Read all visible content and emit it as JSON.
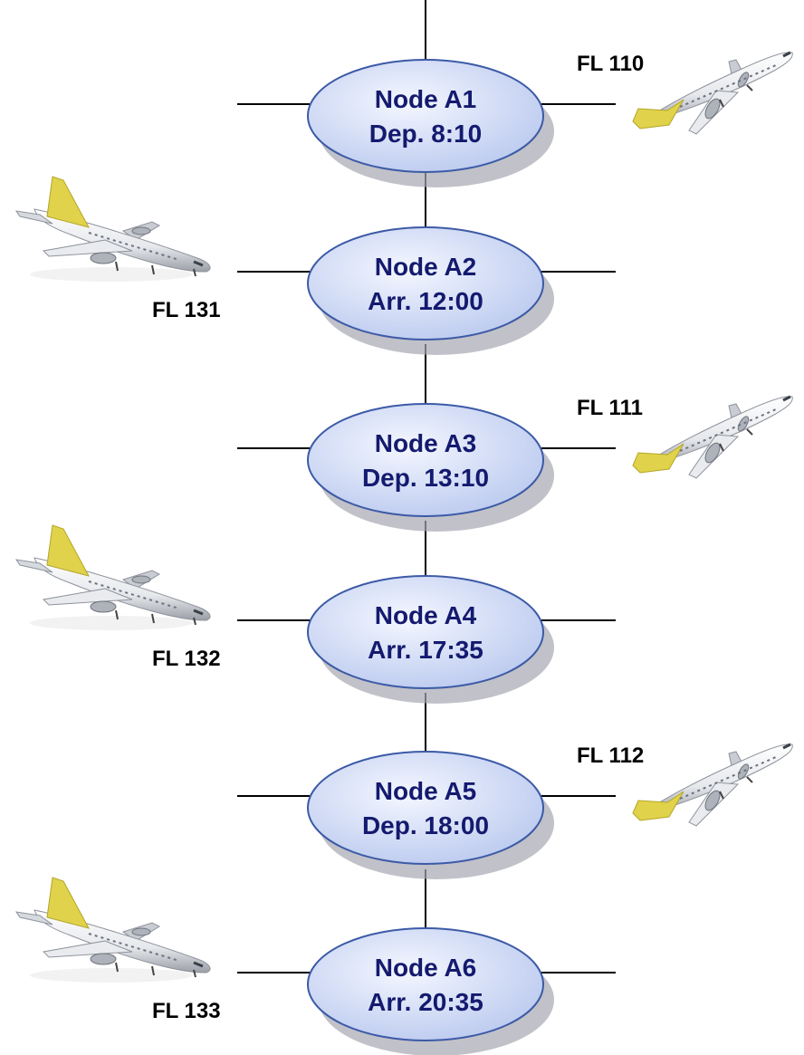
{
  "diagram": {
    "nodes": [
      {
        "name": "Node A1",
        "time": "Dep.  8:10"
      },
      {
        "name": "Node A2",
        "time": "Arr. 12:00"
      },
      {
        "name": "Node A3",
        "time": "Dep. 13:10"
      },
      {
        "name": "Node A4",
        "time": "Arr. 17:35"
      },
      {
        "name": "Node A5",
        "time": "Dep. 18:00"
      },
      {
        "name": "Node A6",
        "time": "Arr. 20:35"
      }
    ],
    "flights": [
      {
        "label": "FL 110",
        "node": "Node A1",
        "plane": "departing-airplane-icon"
      },
      {
        "label": "FL 131",
        "node": "Node A2",
        "plane": "arriving-airplane-icon"
      },
      {
        "label": "FL 111",
        "node": "Node A3",
        "plane": "departing-airplane-icon"
      },
      {
        "label": "FL 132",
        "node": "Node A4",
        "plane": "arriving-airplane-icon"
      },
      {
        "label": "FL 112",
        "node": "Node A5",
        "plane": "departing-airplane-icon"
      },
      {
        "label": "FL 133",
        "node": "Node A6",
        "plane": "arriving-airplane-icon"
      }
    ],
    "colors": {
      "node_fill_center": "#f4f7ff",
      "node_fill_edge": "#b9c8ee",
      "node_outline": "#3c5aa6",
      "node_text": "#141a6e",
      "shadow": "#a7a7b2",
      "connector": "#000000",
      "plane_tail": "#e0d24a"
    }
  }
}
